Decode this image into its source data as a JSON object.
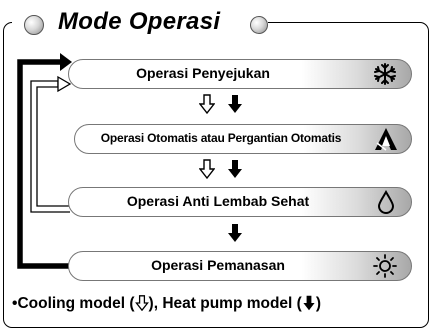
{
  "title": "Mode Operasi",
  "modes": [
    {
      "label": "Operasi Penyejukan",
      "icon": "snowflake-icon"
    },
    {
      "label": "Operasi Otomatis atau Pergantian Otomatis",
      "icon": "auto-mode-icon"
    },
    {
      "label": "Operasi Anti Lembab Sehat",
      "icon": "water-drop-icon"
    },
    {
      "label": "Operasi Pemanasan",
      "icon": "sun-icon"
    }
  ],
  "legend": {
    "bullet": "•",
    "cooling": "Cooling model (",
    "separator": "), Heat pump model (",
    "close": ")"
  },
  "icons": {
    "cooling_arrow": "outline-down-arrow-icon",
    "heatpump_arrow": "solid-down-arrow-icon"
  }
}
